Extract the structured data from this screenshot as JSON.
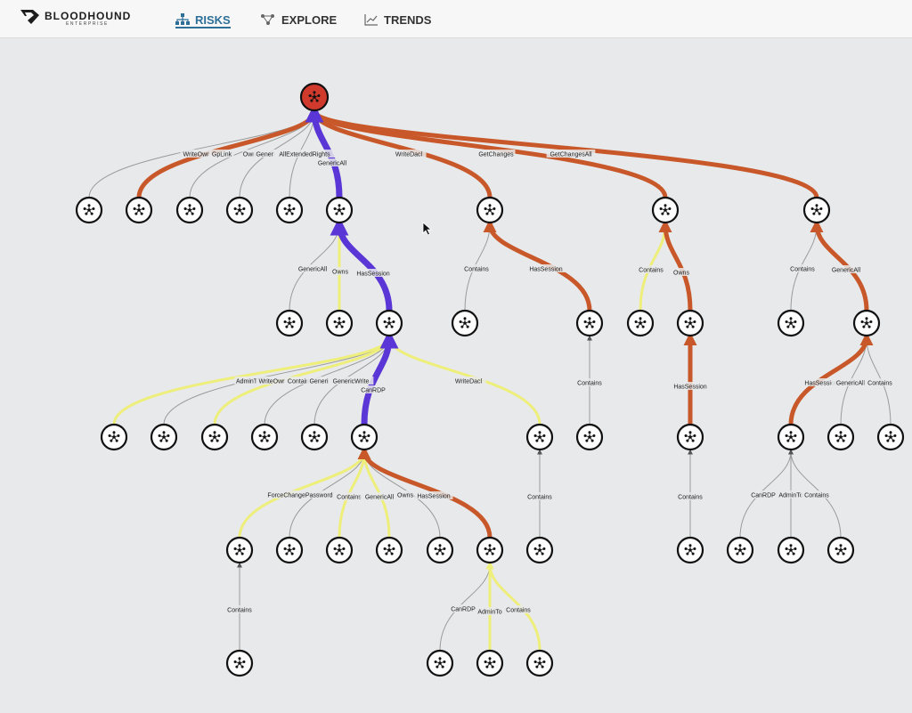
{
  "app": {
    "brand": "BLOODHOUND",
    "brand_sub": "ENTERPRISE"
  },
  "nav": [
    {
      "id": "risks",
      "label": "RISKS",
      "icon": "hierarchy-icon",
      "active": true
    },
    {
      "id": "explore",
      "label": "EXPLORE",
      "icon": "graph-icon",
      "active": false
    },
    {
      "id": "trends",
      "label": "TRENDS",
      "icon": "trend-chart-icon",
      "active": false
    }
  ],
  "colors": {
    "orange": "#c8582a",
    "purple": "#5a36d6",
    "yellow": "#eeee7a",
    "gray": "#9a9a9a",
    "target": "#d03a2c"
  },
  "edge_labels": [
    "WriteOwr",
    "GpLink",
    "Own",
    "Generi",
    "AllExtendedRights",
    "GenericAll",
    "WriteDacl",
    "GetChanges",
    "GetChangesAll",
    "GenericAll",
    "Owns",
    "HasSession",
    "Contains",
    "HasSession",
    "Contains",
    "Owns",
    "Contains",
    "GenericAll",
    "AdminT",
    "WriteOwr",
    "Contain",
    "Generi",
    "GenericWrite",
    "CanRDP",
    "WriteDacl",
    "Contains",
    "HasSession",
    "HasSession",
    "GenericAll",
    "Contains",
    "ForceChangePassword",
    "Contains",
    "GenericAll",
    "Owns",
    "HasSession",
    "Contains",
    "Contains",
    "CanRDP",
    "AdminTo",
    "Contains",
    "Contains",
    "CanRDP",
    "AdminTo",
    "Contains"
  ]
}
